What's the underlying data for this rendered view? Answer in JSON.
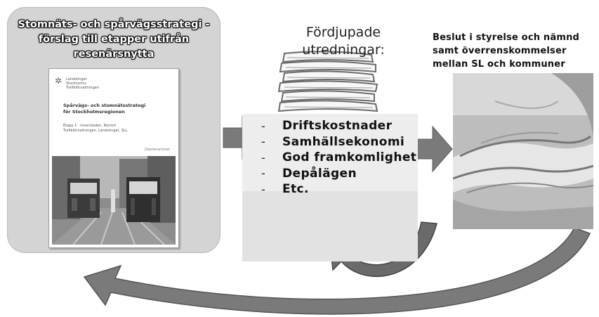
{
  "left_panel": {
    "title_lines": [
      "Stomnäts- och spårvägsstrategi -",
      "förslag till etapper utifrån",
      "resenärsnytta"
    ],
    "document": {
      "org_lines": [
        "Landstinget",
        "Stockholms",
        "Trafikförvaltningen"
      ],
      "title_lines": [
        "Spårvägs- och stomnätsstrategi",
        "för Stockholmsregionen"
      ],
      "subtitle_lines": [
        "Etapp 1 - Innerstaden, Norrort",
        "Trafikförvaltningen, Landstinget, SLL"
      ],
      "date": "Diarienummer"
    }
  },
  "middle": {
    "title_lines": [
      "Fördjupade",
      "utredningar:"
    ],
    "items": [
      "Driftskostnader",
      "Samhällsekonomi",
      "God framkomlighet",
      "Depålägen",
      "Etc."
    ]
  },
  "right": {
    "text_lines": [
      "Beslut i styrelse och nämnd",
      "samt överrenskommelser",
      "mellan SL och kommuner"
    ]
  },
  "colors": {
    "panel_bg": "#d4d4d4",
    "arrow_fill": "#7a7a7a",
    "curve_dark": "#555555"
  }
}
